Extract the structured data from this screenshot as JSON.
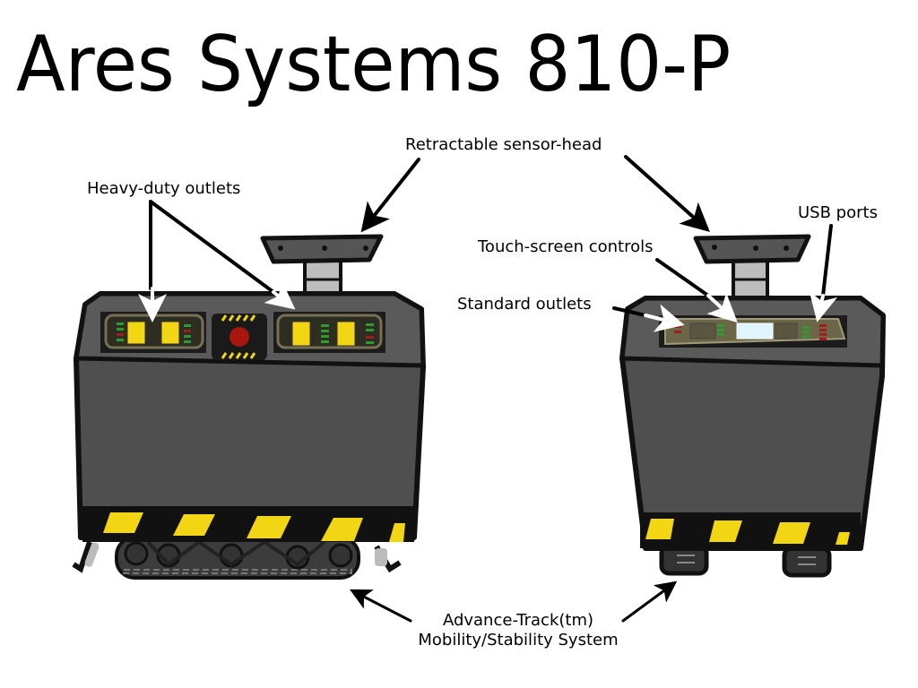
{
  "title": "Ares Systems 810-P",
  "labels": {
    "heavy_duty_outlets": "Heavy-duty outlets",
    "sensor_head": "Retractable sensor-head",
    "usb_ports": "USB ports",
    "touch_screen": "Touch-screen controls",
    "standard_outlets": "Standard outlets",
    "track_line1": "Advance-Track(tm)",
    "track_line2": "Mobility/Stability System"
  },
  "colors": {
    "body": "#4f4f4f",
    "body_top": "#5c5c5c",
    "outline": "#111111",
    "hazard_yellow": "#f2d513",
    "led_green": "#2f9a2f",
    "led_red": "#a31c1c",
    "button_red": "#a8170d",
    "panel": "#6b6648",
    "screen": "#dff6ff"
  }
}
